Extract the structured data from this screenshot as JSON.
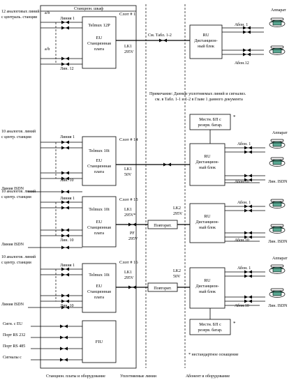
{
  "cabinet": {
    "title": "Станцион. шкаф"
  },
  "block1": {
    "source": [
      "12 аналоговых линий",
      "с централь. станции"
    ],
    "line_first": "Линия 1",
    "line_last": "Лин. 12",
    "ab": "a/b",
    "eu_name": "Telmux 12P",
    "eu_label": [
      "EU",
      "Станционная",
      "плата"
    ],
    "slot": "Слот # 1",
    "lk": [
      "LK1",
      "295V"
    ],
    "link_note": "См. Табл. 1-2",
    "ru_label": [
      "RU",
      "Дистанцион-",
      "ный блок"
    ],
    "sub_first": "Абон. 1",
    "sub_last": "Абон.12",
    "phone": "Аппарат"
  },
  "note": [
    "Примечание: Данные уплотняемых линий и сигнализ.",
    "см. в Табл. 1-1 и 1-2 в Главе 1 данного документа"
  ],
  "power": [
    "Местн. БП с",
    "резерв. батар."
  ],
  "asterisk": "*",
  "block2": {
    "source": [
      "10 аналогов. линий",
      "с центр. станции"
    ],
    "line_first": "Линия 1",
    "line_last": "Лин. 10",
    "eu_name": "Telmux 10i",
    "eu_label": [
      "EU",
      "Станционная",
      "плата"
    ],
    "slot": "Слот # 14",
    "lk": [
      "LK1",
      "50V"
    ],
    "ru_label": [
      "RU",
      "Дистанцион-",
      "ный блок"
    ],
    "sub_first": "Абон. 1",
    "sub_last": "Абон.10",
    "isdn": "Линия ISDN",
    "isdn_sub": "Лин. ISDN",
    "phone": "Аппарат"
  },
  "block3": {
    "source": [
      "10 аналогов. линий",
      "с центр. станции"
    ],
    "line_first": "Линия 1",
    "line_last": "Лин. 10",
    "eu_name": "Telmux 10i",
    "eu_label": [
      "EU",
      "Станционная",
      "плата"
    ],
    "slot": "Слот # 15",
    "lk1": [
      "LK1",
      "295V*"
    ],
    "pf": [
      "PF",
      "295V"
    ],
    "repeater": "Повторит.",
    "lk2": [
      "LK2",
      "295V"
    ],
    "ru_label": [
      "RU",
      "Дистанцион-",
      "ный блок"
    ],
    "sub_first": "Абон. 1",
    "sub_last": "Абон.10",
    "isdn": "Линия ISDN",
    "isdn_sub": "Лин. ISDN"
  },
  "block4": {
    "source": [
      "10 аналогов. линий",
      "с центр. станции"
    ],
    "line_first": "Линия 1",
    "line_last": "Лин. 10",
    "eu_name": "Telmux 10i",
    "eu_label": [
      "EU",
      "Станционная",
      "плата"
    ],
    "slot": "Слот # 16",
    "lk1": [
      "LK1",
      "295V"
    ],
    "repeater": "Повторит.",
    "lk2": [
      "LK2",
      "50V"
    ],
    "ru_label": [
      "RU",
      "Дистанцион-",
      "ный блок"
    ],
    "sub_first": "Абон. 1",
    "sub_last": "Абон.10",
    "isdn": "Линия ISDN",
    "isdn_sub": "Лин. ISDN",
    "phone": "Аппарат"
  },
  "fiu": {
    "signals": [
      "Сигн. с EU",
      "Порт RS 232",
      "Порт RS 485",
      "Сигналы с"
    ],
    "label": "FIU"
  },
  "footnote": "нестандартное оснащение",
  "footer": [
    "Станцион. платы и оборудование",
    "Уплотняемые линии",
    "Абонент и оборудование"
  ]
}
